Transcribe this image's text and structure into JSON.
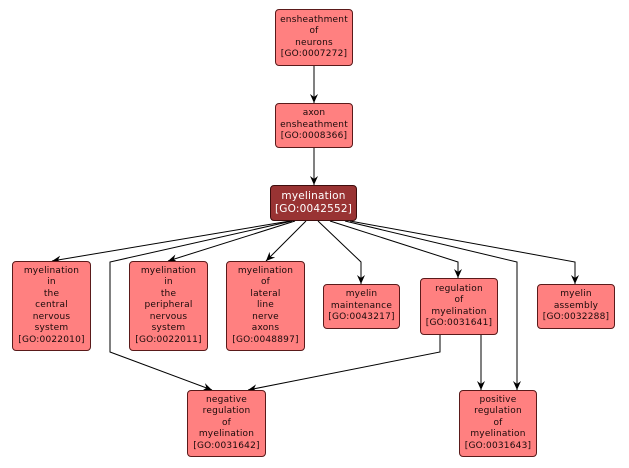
{
  "graph": {
    "colors": {
      "node_fill": "#ff8080",
      "focus_fill": "#993333",
      "edge": "#000000"
    },
    "nodes": {
      "n0007272": {
        "lines": [
          "ensheathment",
          "of",
          "neurons",
          "[GO:0007272]"
        ]
      },
      "n0008366": {
        "lines": [
          "axon",
          "ensheathment",
          "[GO:0008366]"
        ]
      },
      "n0042552": {
        "lines": [
          "myelination",
          "[GO:0042552]"
        ],
        "focus": true
      },
      "n0022010": {
        "lines": [
          "myelination",
          "in",
          "the",
          "central",
          "nervous",
          "system",
          "[GO:0022010]"
        ]
      },
      "n0022011": {
        "lines": [
          "myelination",
          "in",
          "the",
          "peripheral",
          "nervous",
          "system",
          "[GO:0022011]"
        ]
      },
      "n0048897": {
        "lines": [
          "myelination",
          "of",
          "lateral",
          "line",
          "nerve",
          "axons",
          "[GO:0048897]"
        ]
      },
      "n0043217": {
        "lines": [
          "myelin",
          "maintenance",
          "[GO:0043217]"
        ]
      },
      "n0031641": {
        "lines": [
          "regulation",
          "of",
          "myelination",
          "[GO:0031641]"
        ]
      },
      "n0032288": {
        "lines": [
          "myelin",
          "assembly",
          "[GO:0032288]"
        ]
      },
      "n0031642": {
        "lines": [
          "negative",
          "regulation",
          "of",
          "myelination",
          "[GO:0031642]"
        ]
      },
      "n0031643": {
        "lines": [
          "positive",
          "regulation",
          "of",
          "myelination",
          "[GO:0031643]"
        ]
      }
    },
    "edges": [
      {
        "from": "n0007272",
        "to": "n0008366"
      },
      {
        "from": "n0008366",
        "to": "n0042552"
      },
      {
        "from": "n0042552",
        "to": "n0022010"
      },
      {
        "from": "n0042552",
        "to": "n0022011"
      },
      {
        "from": "n0042552",
        "to": "n0048897"
      },
      {
        "from": "n0042552",
        "to": "n0043217"
      },
      {
        "from": "n0042552",
        "to": "n0031641"
      },
      {
        "from": "n0042552",
        "to": "n0032288"
      },
      {
        "from": "n0042552",
        "to": "n0031642"
      },
      {
        "from": "n0042552",
        "to": "n0031643"
      },
      {
        "from": "n0031641",
        "to": "n0031642"
      },
      {
        "from": "n0031641",
        "to": "n0031643"
      }
    ]
  }
}
